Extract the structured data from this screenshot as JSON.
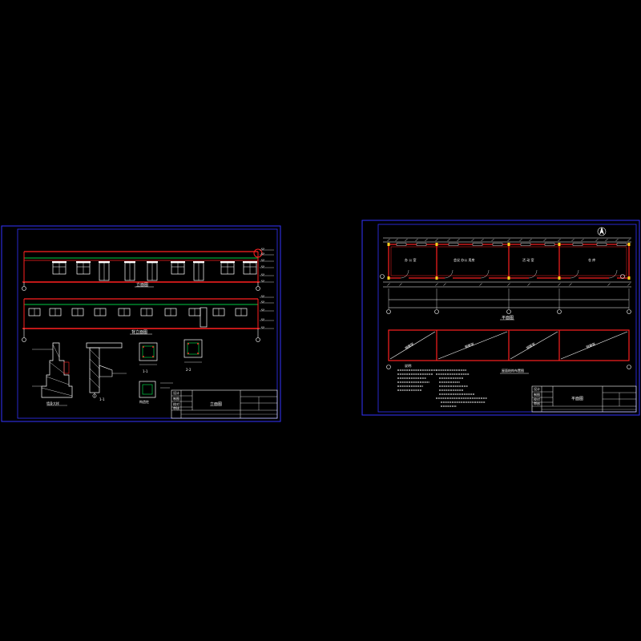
{
  "viewer": {
    "background": "#000000"
  },
  "colors": {
    "frame": "#3333ff",
    "red": "#ff2020",
    "green": "#00cc44",
    "white": "#ffffff",
    "yellow": "#ffd21a",
    "cyan": "#00e5ff",
    "grey": "#b0b0b0"
  },
  "sheet_left": {
    "elevation_front_label": "立面图",
    "elevation_back_label": "背立面图",
    "detail_labels": [
      "墙身大样",
      "1-1",
      "2-2",
      "构造柱"
    ],
    "title_block": {
      "drawing_name": "立面图",
      "rows": [
        "设计",
        "制图",
        "校对",
        "审核"
      ]
    }
  },
  "sheet_right": {
    "room_labels": [
      "办 公 室",
      "会议 办公 用房",
      "活 动 室",
      "仓 库"
    ],
    "plan_label": "平面图",
    "roof_label": "屋面结构布置图",
    "beam_labels": [
      "钢屋架",
      "钢屋架",
      "钢屋架",
      "钢屋架"
    ],
    "notes_title": "说明:",
    "title_block": {
      "drawing_name": "平面图",
      "rows": [
        "设计",
        "制图",
        "校对",
        "审核"
      ]
    }
  }
}
